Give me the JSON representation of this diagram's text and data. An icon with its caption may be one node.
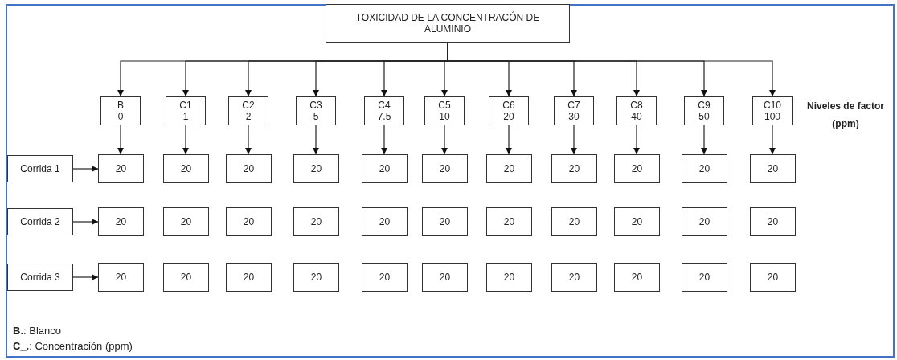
{
  "diagram": {
    "nodes": [
      {
        "text": [
          "TOXICIDAD DE LA CONCENTRACÓN DE ALUMINIO"
        ]
      },
      {
        "text": [
          "B",
          "0"
        ]
      },
      {
        "text": [
          "C1",
          "1"
        ]
      },
      {
        "text": [
          "C2",
          "2"
        ]
      },
      {
        "text": [
          "C3",
          "5"
        ]
      },
      {
        "text": [
          "C4",
          "7.5"
        ]
      },
      {
        "text": [
          "C5",
          "10"
        ]
      },
      {
        "text": [
          "C6",
          "20"
        ]
      },
      {
        "text": [
          "C7",
          "30"
        ]
      },
      {
        "text": [
          "C8",
          "40"
        ]
      },
      {
        "text": [
          "C9",
          "50"
        ]
      },
      {
        "text": [
          "C10",
          "100"
        ]
      },
      {
        "text": [
          "Corrida 1"
        ]
      },
      {
        "text": [
          "20"
        ]
      },
      {
        "text": [
          "20"
        ]
      },
      {
        "text": [
          "20"
        ]
      },
      {
        "text": [
          "20"
        ]
      },
      {
        "text": [
          "20"
        ]
      },
      {
        "text": [
          "20"
        ]
      },
      {
        "text": [
          "20"
        ]
      },
      {
        "text": [
          "20"
        ]
      },
      {
        "text": [
          "20"
        ]
      },
      {
        "text": [
          "20"
        ]
      },
      {
        "text": [
          "20"
        ]
      },
      {
        "text": [
          "Corrida 2"
        ]
      },
      {
        "text": [
          "20"
        ]
      },
      {
        "text": [
          "20"
        ]
      },
      {
        "text": [
          "20"
        ]
      },
      {
        "text": [
          "20"
        ]
      },
      {
        "text": [
          "20"
        ]
      },
      {
        "text": [
          "20"
        ]
      },
      {
        "text": [
          "20"
        ]
      },
      {
        "text": [
          "20"
        ]
      },
      {
        "text": [
          "20"
        ]
      },
      {
        "text": [
          "20"
        ]
      },
      {
        "text": [
          "20"
        ]
      },
      {
        "text": [
          "Corrida 3"
        ]
      },
      {
        "text": [
          "20"
        ]
      },
      {
        "text": [
          "20"
        ]
      },
      {
        "text": [
          "20"
        ]
      },
      {
        "text": [
          "20"
        ]
      },
      {
        "text": [
          "20"
        ]
      },
      {
        "text": [
          "20"
        ]
      },
      {
        "text": [
          "20"
        ]
      },
      {
        "text": [
          "20"
        ]
      },
      {
        "text": [
          "20"
        ]
      },
      {
        "text": [
          "20"
        ]
      },
      {
        "text": [
          "20"
        ]
      }
    ],
    "edges": [
      {
        "from": 0,
        "to": 1,
        "arrow": "to"
      },
      {
        "from": 0,
        "to": 2,
        "arrow": "to"
      },
      {
        "from": 0,
        "to": 3,
        "arrow": "to"
      },
      {
        "from": 0,
        "to": 4,
        "arrow": "to"
      },
      {
        "from": 0,
        "to": 5,
        "arrow": "to"
      },
      {
        "from": 0,
        "to": 6,
        "arrow": "to"
      },
      {
        "from": 0,
        "to": 7,
        "arrow": "to"
      },
      {
        "from": 0,
        "to": 8,
        "arrow": "to"
      },
      {
        "from": 0,
        "to": 9,
        "arrow": "to"
      },
      {
        "from": 0,
        "to": 10,
        "arrow": "to"
      },
      {
        "from": 0,
        "to": 11,
        "arrow": "to"
      },
      {
        "from": 1,
        "to": 13,
        "arrow": "to"
      },
      {
        "from": 2,
        "to": 14,
        "arrow": "to"
      },
      {
        "from": 3,
        "to": 15,
        "arrow": "to"
      },
      {
        "from": 4,
        "to": 16,
        "arrow": "to"
      },
      {
        "from": 5,
        "to": 17,
        "arrow": "to"
      },
      {
        "from": 6,
        "to": 18,
        "arrow": "to"
      },
      {
        "from": 7,
        "to": 19,
        "arrow": "to"
      },
      {
        "from": 8,
        "to": 20,
        "arrow": "to"
      },
      {
        "from": 9,
        "to": 21,
        "arrow": "to"
      },
      {
        "from": 10,
        "to": 22,
        "arrow": "to"
      },
      {
        "from": 11,
        "to": 23,
        "arrow": "to"
      },
      {
        "from": 12,
        "to": 13,
        "arrow": "to"
      },
      {
        "from": 24,
        "to": 25,
        "arrow": "to"
      },
      {
        "from": 36,
        "to": 37,
        "arrow": "to"
      }
    ],
    "labels": [
      "Niveles de factor (ppm)",
      "**B.**: Blanco",
      "**C_.**: Concentración (ppm)"
    ]
  }
}
